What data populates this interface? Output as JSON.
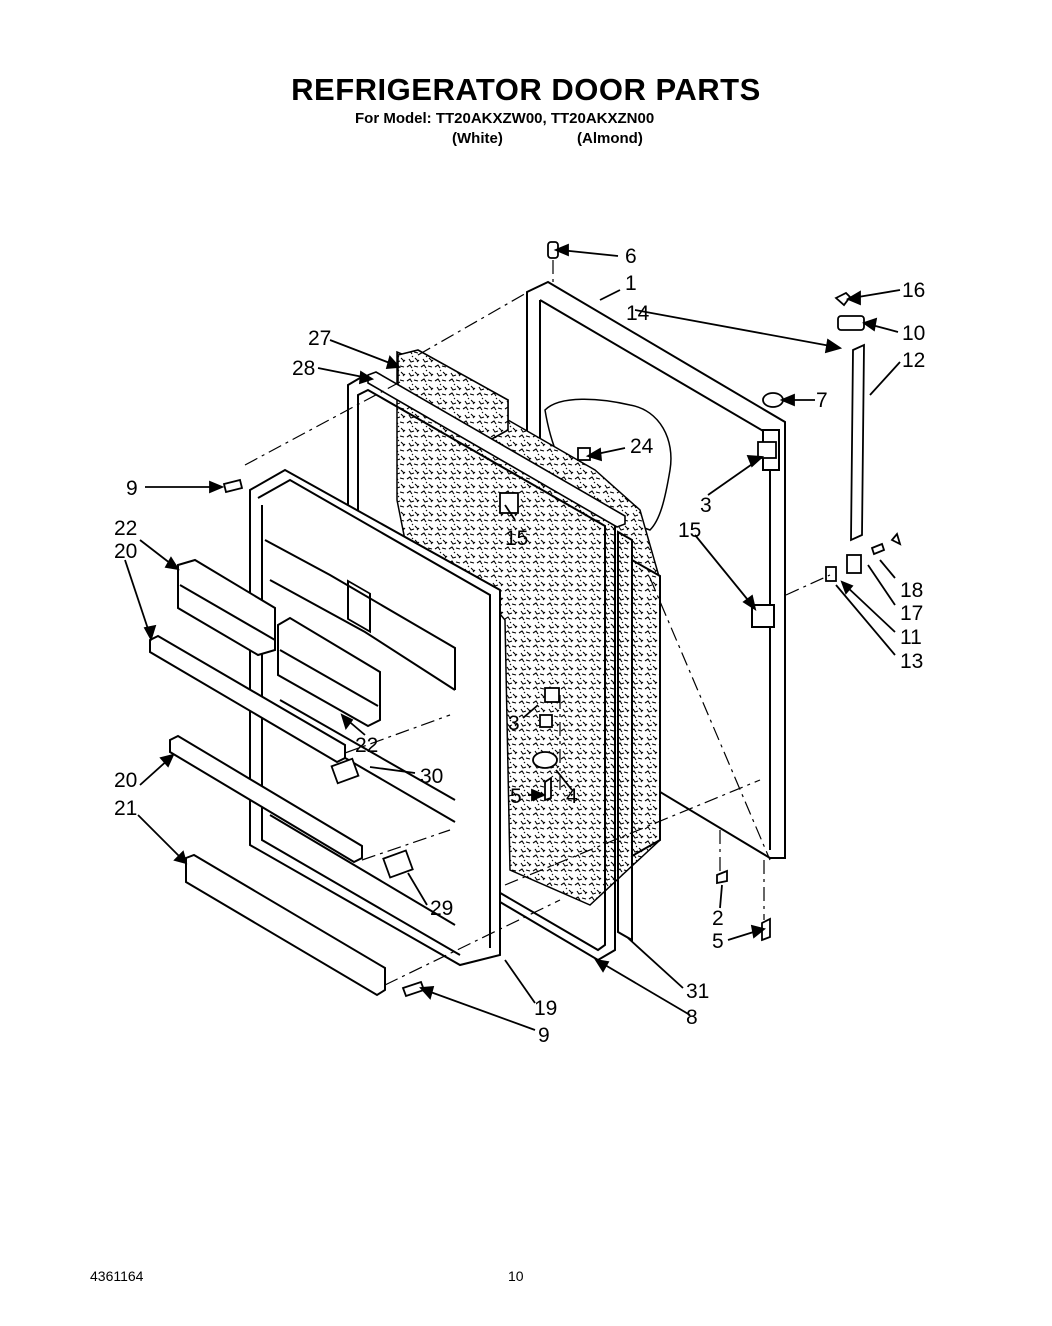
{
  "header": {
    "title": "REFRIGERATOR DOOR PARTS",
    "model_line": "For Model: TT20AKXZW00, TT20AKXZN00",
    "variant_white": "(White)",
    "variant_almond": "(Almond)"
  },
  "footer": {
    "doc_number": "4361164",
    "page_number": "10"
  },
  "callouts": {
    "c1": "1",
    "c2": "2",
    "c3a": "3",
    "c3b": "3",
    "c4": "4",
    "c5a": "5",
    "c5b": "5",
    "c6": "6",
    "c7": "7",
    "c8": "8",
    "c9a": "9",
    "c9b": "9",
    "c10": "10",
    "c11": "11",
    "c12": "12",
    "c13": "13",
    "c14": "14",
    "c15a": "15",
    "c15b": "15",
    "c16": "16",
    "c17": "17",
    "c18": "18",
    "c19": "19",
    "c20a": "20",
    "c20b": "20",
    "c21": "21",
    "c22a": "22",
    "c22b": "22",
    "c24": "24",
    "c27": "27",
    "c28": "28",
    "c29": "29",
    "c30": "30",
    "c31": "31"
  },
  "colors": {
    "ink": "#000000",
    "paper": "#ffffff"
  }
}
